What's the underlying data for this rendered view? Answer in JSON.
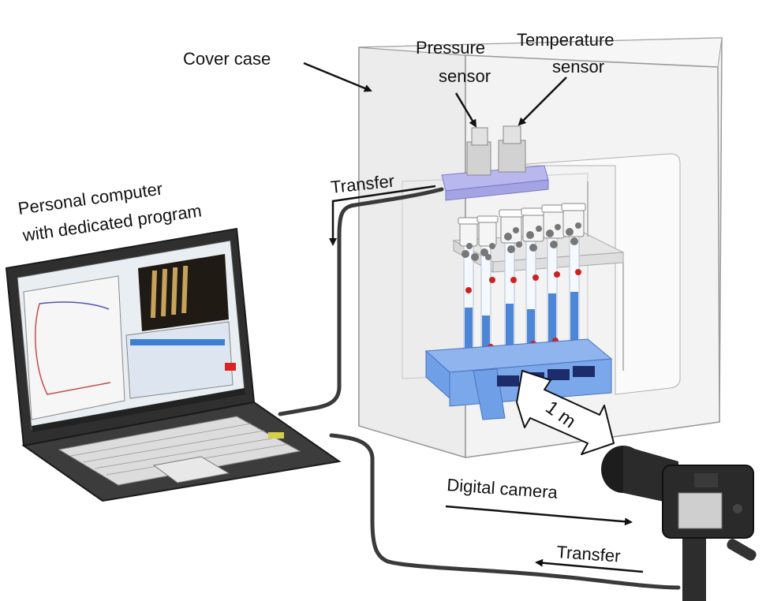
{
  "labels": {
    "cover_case": "Cover case",
    "pressure_sensor_line1": "Pressure",
    "pressure_sensor_line2": "sensor",
    "temperature_sensor_line1": "Temperature",
    "temperature_sensor_line2": "sensor",
    "transfer_top": "Transfer",
    "pc_line1": "Personal computer",
    "pc_line2": "with dedicated program",
    "distance": "1 m",
    "digital_camera": "Digital camera",
    "transfer_bottom": "Transfer"
  },
  "colors": {
    "case_fill": "#eeeeee",
    "case_edge": "#9a9a9a",
    "tube_blue": "#4d86d6",
    "tray_blue": "#6f9fe6",
    "manifold": "#b8b8ee",
    "sphere_red": "#cc2222",
    "cable": "#3a3a3a",
    "laptop_body": "#3c3c3c",
    "camera_body": "#2a2a2a"
  }
}
